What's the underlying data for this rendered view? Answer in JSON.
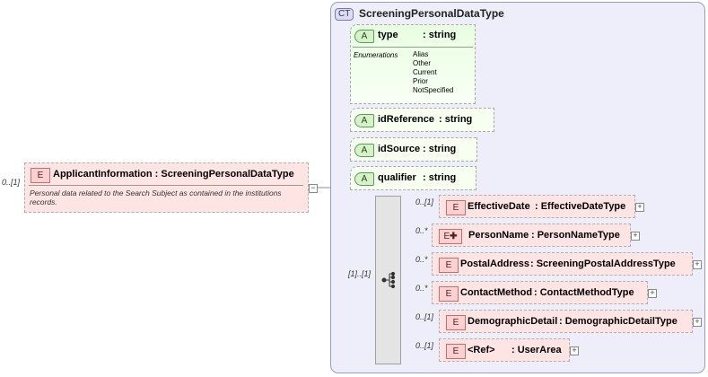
{
  "root": {
    "cardinality": "0..[1]",
    "badge": "E",
    "name": "ApplicantInformation",
    "type": "ScreeningPersonalDataType",
    "description": "Personal data related to the Search Subject as contained in the institutions records.",
    "collapse_symbol": "−"
  },
  "complex_type": {
    "badge": "CT",
    "name": "ScreeningPersonalDataType"
  },
  "attributes": [
    {
      "badge": "A",
      "name": "type",
      "type": ": string",
      "enum_title": "Enumerations",
      "enumerations": [
        "Alias",
        "Other",
        "Current",
        "Prior",
        "NotSpecified"
      ]
    },
    {
      "badge": "A",
      "name": "idReference",
      "type": ": string"
    },
    {
      "badge": "A",
      "name": "idSource",
      "type": ": string"
    },
    {
      "badge": "A",
      "name": "qualifier",
      "type": ": string"
    }
  ],
  "sequence": {
    "cardinality": "[1]..[1]"
  },
  "elements": [
    {
      "badge": "E",
      "name": "EffectiveDate",
      "type": ": EffectiveDateType",
      "cardinality": "0..[1]",
      "expand": "+"
    },
    {
      "badge": "E",
      "name": "PersonName",
      "type": ": PersonNameType",
      "cardinality": "0..*",
      "expand": "+"
    },
    {
      "badge": "E",
      "name": "PostalAddress",
      "type": ": ScreeningPostalAddressType",
      "cardinality": "0..*",
      "expand": "+"
    },
    {
      "badge": "E",
      "name": "ContactMethod",
      "type": ": ContactMethodType",
      "cardinality": "0..*",
      "expand": "+"
    },
    {
      "badge": "E",
      "name": "DemographicDetail",
      "type": ": DemographicDetailType",
      "cardinality": "0..[1]",
      "expand": "+"
    },
    {
      "badge": "E",
      "name": "<Ref>",
      "type": ": UserArea",
      "cardinality": "0..[1]",
      "expand": "+"
    }
  ]
}
